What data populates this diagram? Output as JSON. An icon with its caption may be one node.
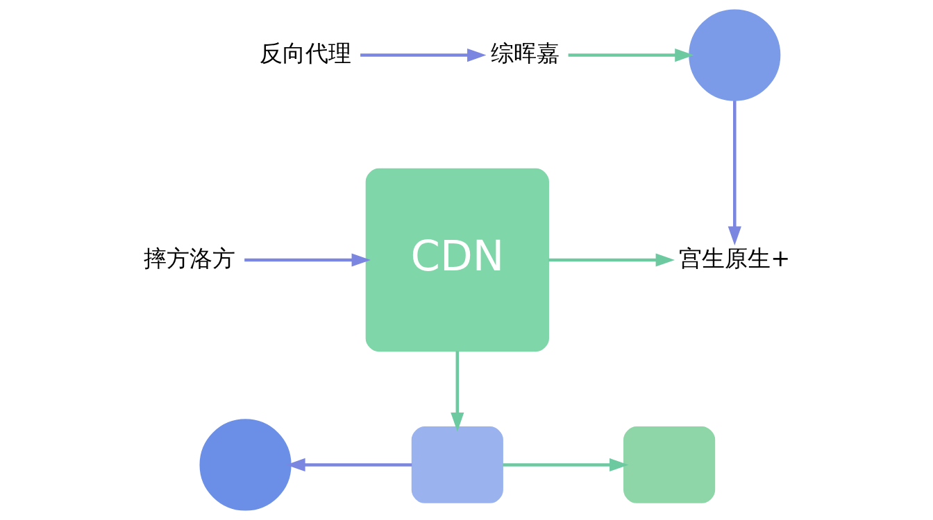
{
  "diagram": {
    "nodes": [
      {
        "text": [
          "反向代理"
        ]
      },
      {
        "text": [
          "综晖嘉"
        ]
      },
      {
        "text": [],
        "shape": "circle"
      },
      {
        "text": [
          "摔方洛方"
        ]
      },
      {
        "text": [
          "CDN"
        ]
      },
      {
        "text": [
          "宫生原生+"
        ]
      },
      {
        "text": [],
        "shape": "circle"
      },
      {
        "text": [],
        "shape": "box"
      },
      {
        "text": [],
        "shape": "box"
      }
    ],
    "edges": [
      {
        "from": 0,
        "to": 1,
        "arrow": "to"
      },
      {
        "from": 1,
        "to": 2,
        "arrow": "to",
        "color": "#6cc9a0"
      },
      {
        "from": 2,
        "to": 5,
        "arrow": "to"
      },
      {
        "from": 3,
        "to": 4,
        "arrow": "to"
      },
      {
        "from": 4,
        "to": 5,
        "arrow": "to",
        "color": "#6cc9a0"
      },
      {
        "from": 4,
        "to": 7,
        "arrow": "to",
        "color": "#6cc9a0"
      },
      {
        "from": 7,
        "to": 6,
        "arrow": "to"
      },
      {
        "from": 7,
        "to": 8,
        "arrow": "to",
        "color": "#6cc9a0"
      }
    ]
  }
}
